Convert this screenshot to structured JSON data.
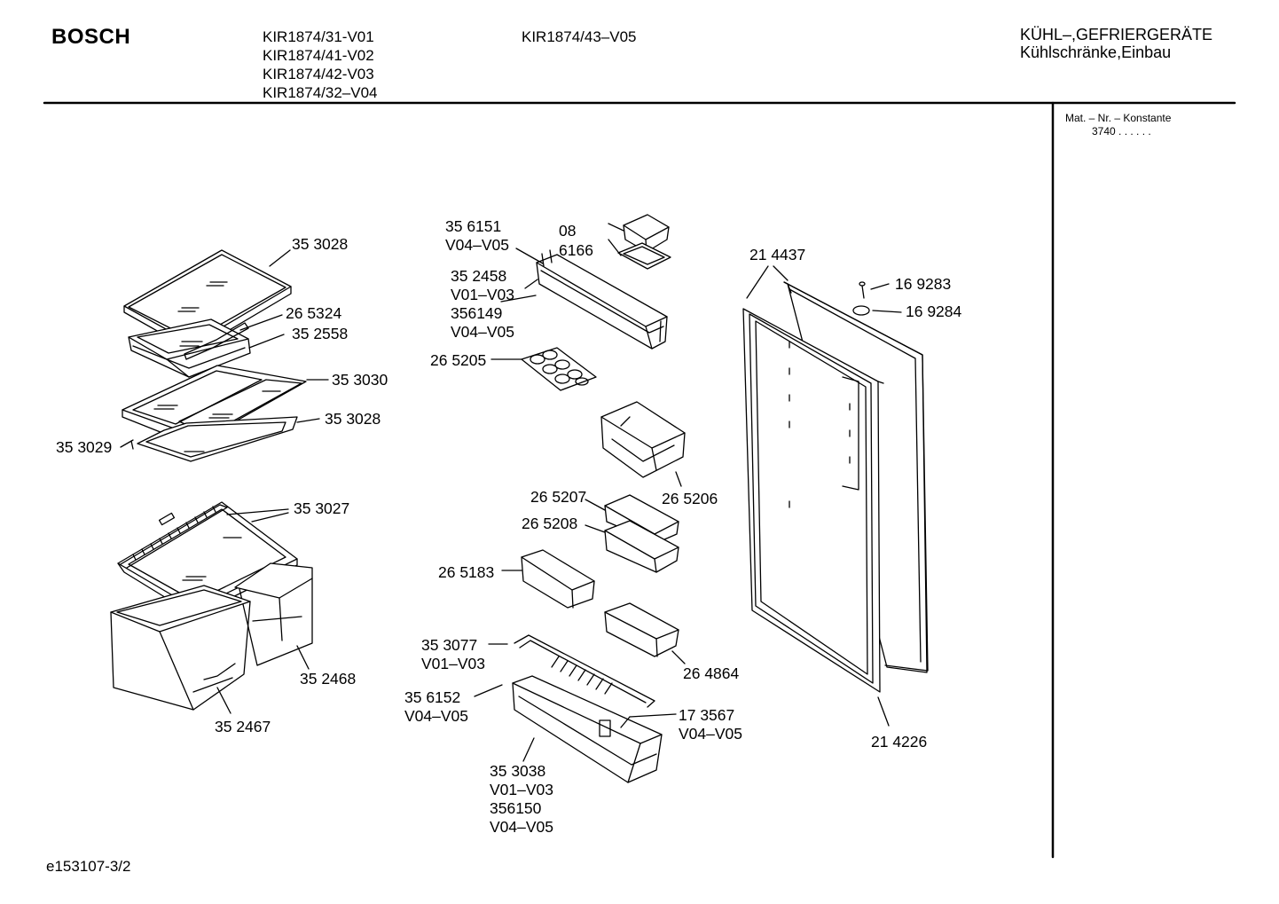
{
  "header": {
    "brand": "BOSCH",
    "models_col1": [
      "KIR1874/31-V01",
      "KIR1874/41-V02",
      "KIR1874/42-V03",
      "KIR1874/32–V04"
    ],
    "models_col2": [
      "KIR1874/43–V05"
    ],
    "category_line1": "KÜHL–,GEFRIERGERÄTE",
    "category_line2": "Kühlschränke,Einbau"
  },
  "sidebar": {
    "mat_title": "Mat. – Nr. – Konstante",
    "mat_value": "3740 . .   . . . ."
  },
  "footer": {
    "drawing_code": "e153107-3/2"
  },
  "parts": [
    {
      "id": "p353028a",
      "lines": [
        "35 3028"
      ]
    },
    {
      "id": "p265324",
      "lines": [
        "26 5324"
      ]
    },
    {
      "id": "p352558",
      "lines": [
        "35 2558"
      ]
    },
    {
      "id": "p353030",
      "lines": [
        "35 3030"
      ]
    },
    {
      "id": "p353028b",
      "lines": [
        "35 3028"
      ]
    },
    {
      "id": "p353029",
      "lines": [
        "35 3029"
      ]
    },
    {
      "id": "p353027",
      "lines": [
        "35 3027"
      ]
    },
    {
      "id": "p352468",
      "lines": [
        "35 2468"
      ]
    },
    {
      "id": "p352467",
      "lines": [
        "35 2467"
      ]
    },
    {
      "id": "p356151",
      "lines": [
        "35 6151",
        "V04–V05"
      ]
    },
    {
      "id": "p086166",
      "lines": [
        "08",
        "6166"
      ]
    },
    {
      "id": "p352458",
      "lines": [
        "35 2458",
        "V01–V03",
        "356149",
        "V04–V05"
      ]
    },
    {
      "id": "p265205",
      "lines": [
        "26 5205"
      ]
    },
    {
      "id": "p265206",
      "lines": [
        "26 5206"
      ]
    },
    {
      "id": "p265207",
      "lines": [
        "26 5207"
      ]
    },
    {
      "id": "p265208",
      "lines": [
        "26 5208"
      ]
    },
    {
      "id": "p265183",
      "lines": [
        "26 5183"
      ]
    },
    {
      "id": "p353077",
      "lines": [
        "35 3077",
        "V01–V03"
      ]
    },
    {
      "id": "p356152",
      "lines": [
        "35 6152",
        "V04–V05"
      ]
    },
    {
      "id": "p264864",
      "lines": [
        "26 4864"
      ]
    },
    {
      "id": "p173567",
      "lines": [
        "17 3567",
        "V04–V05"
      ]
    },
    {
      "id": "p353038",
      "lines": [
        "35 3038",
        "V01–V03",
        "356150",
        "V04–V05"
      ]
    },
    {
      "id": "p214437",
      "lines": [
        "21 4437"
      ]
    },
    {
      "id": "p169283",
      "lines": [
        "16 9283"
      ]
    },
    {
      "id": "p169284",
      "lines": [
        "16 9284"
      ]
    },
    {
      "id": "p214226",
      "lines": [
        "21 4226"
      ]
    }
  ]
}
